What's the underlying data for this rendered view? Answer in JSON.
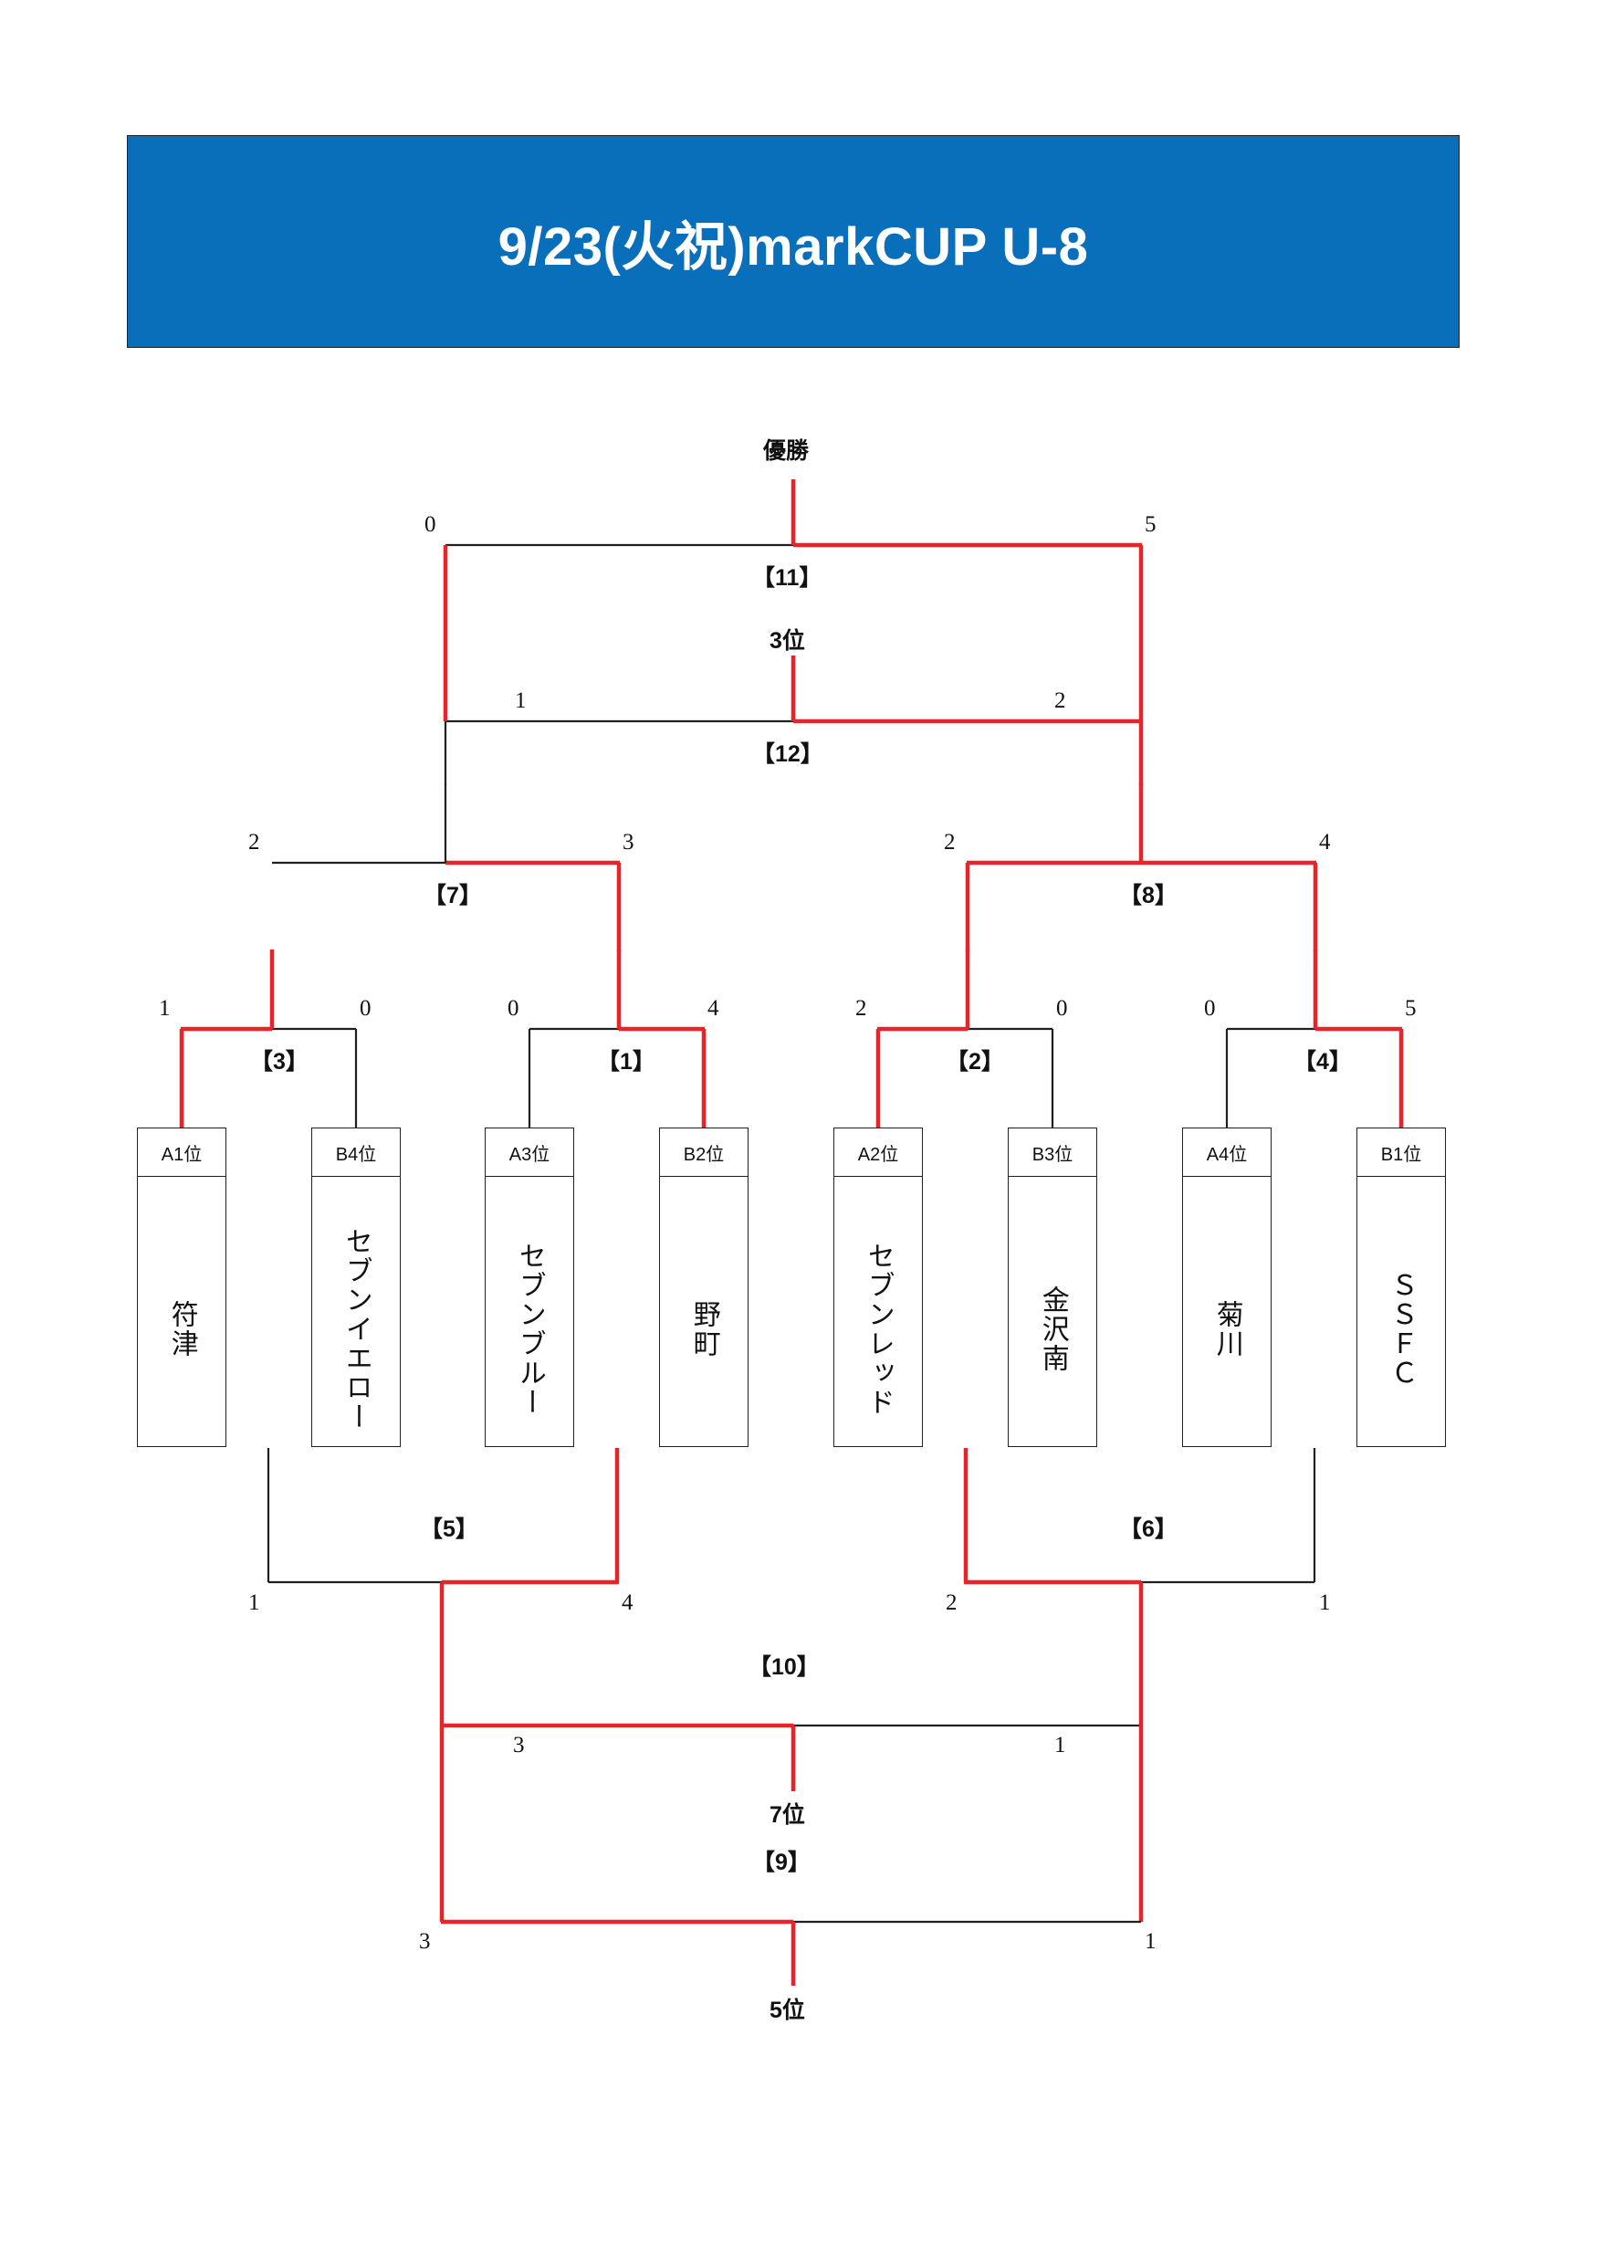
{
  "title": "9/23(火祝)markCUP U-8",
  "colors": {
    "banner": "#0a6fba",
    "winner_line": "#e8232a",
    "normal_line": "#20201f",
    "title_text": "#ffffff"
  },
  "labels": {
    "champion": "優勝",
    "third": "3位",
    "fifth": "5位",
    "seventh": "7位"
  },
  "teams": [
    {
      "seed": "A1位",
      "name": "符津"
    },
    {
      "seed": "B4位",
      "name": "セブンイエロー"
    },
    {
      "seed": "A3位",
      "name": "セブンブルー"
    },
    {
      "seed": "B2位",
      "name": "野町"
    },
    {
      "seed": "A2位",
      "name": "セブンレッド"
    },
    {
      "seed": "B3位",
      "name": "金沢南"
    },
    {
      "seed": "A4位",
      "name": "菊川"
    },
    {
      "seed": "B1位",
      "name": "ＳＳＦＣ"
    }
  ],
  "matches": [
    {
      "no": "【3】",
      "left_score": "1",
      "right_score": "0",
      "winner": "left",
      "round": "quarterfinal"
    },
    {
      "no": "【1】",
      "left_score": "0",
      "right_score": "4",
      "winner": "right",
      "round": "quarterfinal"
    },
    {
      "no": "【2】",
      "left_score": "2",
      "right_score": "0",
      "winner": "left",
      "round": "quarterfinal"
    },
    {
      "no": "【4】",
      "left_score": "0",
      "right_score": "5",
      "winner": "right",
      "round": "quarterfinal"
    },
    {
      "no": "【7】",
      "left_score": "2",
      "right_score": "3",
      "winner": "right",
      "round": "semifinal"
    },
    {
      "no": "【8】",
      "left_score": "2",
      "right_score": "4",
      "winner": "right",
      "round": "semifinal"
    },
    {
      "no": "【11】",
      "left_score": "0",
      "right_score": "5",
      "winner": "right",
      "round": "final"
    },
    {
      "no": "【12】",
      "left_score": "1",
      "right_score": "2",
      "winner": "right",
      "round": "third-place"
    },
    {
      "no": "【5】",
      "left_score": "1",
      "right_score": "4",
      "winner": "right",
      "round": "consolation"
    },
    {
      "no": "【6】",
      "left_score": "2",
      "right_score": "1",
      "winner": "left",
      "round": "consolation"
    },
    {
      "no": "【10】",
      "left_score": "3",
      "right_score": "1",
      "winner": "left",
      "round": "seventh-place"
    },
    {
      "no": "【9】",
      "left_score": "3",
      "right_score": "1",
      "winner": "left",
      "round": "fifth-place"
    }
  ],
  "scores": {
    "m3_l": "1",
    "m3_r": "0",
    "m1_l": "0",
    "m1_r": "4",
    "m2_l": "2",
    "m2_r": "0",
    "m4_l": "0",
    "m4_r": "5",
    "m7_l": "2",
    "m7_r": "3",
    "m8_l": "2",
    "m8_r": "4",
    "m11_l": "0",
    "m11_r": "5",
    "m12_l": "1",
    "m12_r": "2",
    "m5_l": "1",
    "m5_r": "4",
    "m6_l": "2",
    "m6_r": "1",
    "m10_l": "3",
    "m10_r": "1",
    "m9_l": "3",
    "m9_r": "1"
  },
  "match_numbers": {
    "m1": "【1】",
    "m2": "【2】",
    "m3": "【3】",
    "m4": "【4】",
    "m5": "【5】",
    "m6": "【6】",
    "m7": "【7】",
    "m8": "【8】",
    "m9": "【9】",
    "m10": "【10】",
    "m11": "【11】",
    "m12": "【12】"
  }
}
